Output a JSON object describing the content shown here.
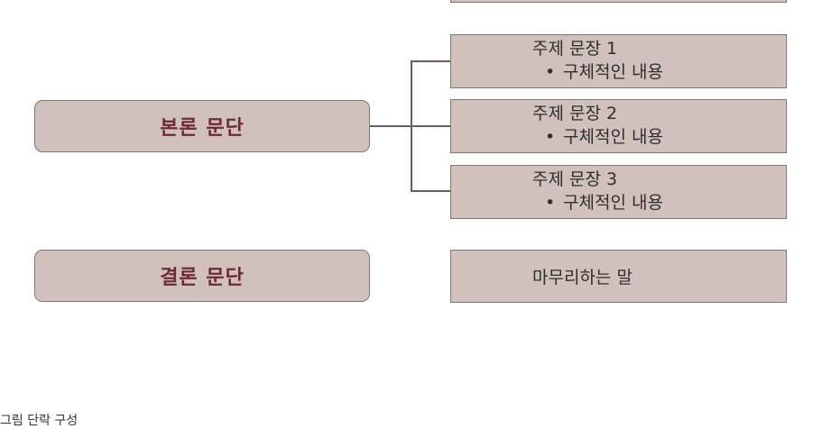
{
  "left_boxes": {
    "body_paragraph": "본론 문단",
    "conclusion_paragraph": "결론 문단"
  },
  "topics": [
    {
      "title": "주제 문장 1",
      "detail": "구체적인 내용"
    },
    {
      "title": "주제 문장 2",
      "detail": "구체적인 내용"
    },
    {
      "title": "주제 문장 3",
      "detail": "구체적인 내용"
    }
  ],
  "bullet": "•",
  "closing": "마무리하는 말",
  "footer": "그림 단락 구성",
  "colors": {
    "box_fill": "#d1c1bc",
    "box_border": "#8a7571",
    "left_text": "#6e2a34",
    "connector": "#6d5d5a"
  }
}
